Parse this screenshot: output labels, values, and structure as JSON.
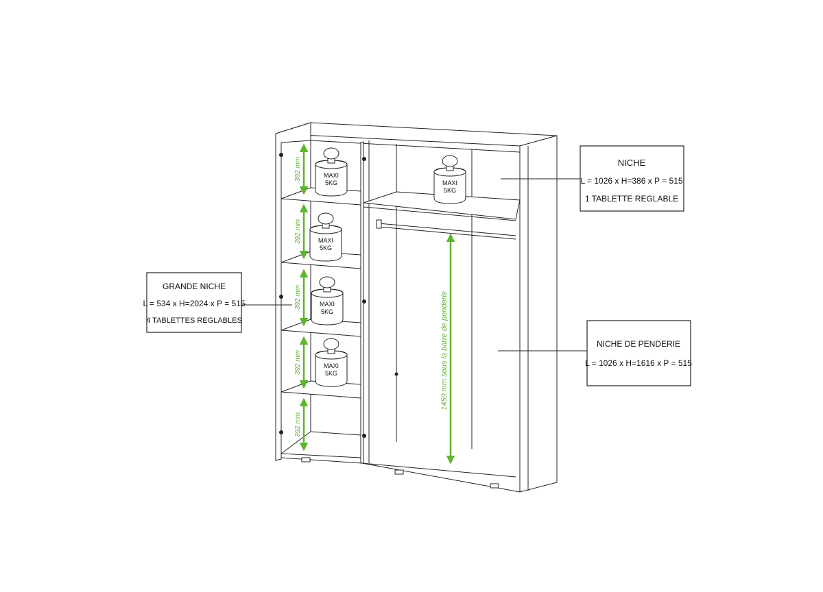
{
  "accent_colors": {
    "dimension_green": "#5fb32e",
    "line": "#222222"
  },
  "weight_label": {
    "line1": "MAXI",
    "line2": "5KG"
  },
  "dimensions": {
    "shelf_gap": "392 mm",
    "hanging_height": "1450 mm sous la barre de penderie"
  },
  "callouts": {
    "niche": {
      "title": "NICHE",
      "dims": "L = 1026 x H=386 x P = 515",
      "note": "1 TABLETTE REGLABLE"
    },
    "grande_niche": {
      "title": "GRANDE  NICHE",
      "dims": "L = 534 x H=2024 x P = 515",
      "note": "4 TABLETTES REGLABLES"
    },
    "niche_penderie": {
      "title": "NICHE DE PENDERIE",
      "dims": "L = 1026 x H=1616 x P = 515"
    }
  }
}
